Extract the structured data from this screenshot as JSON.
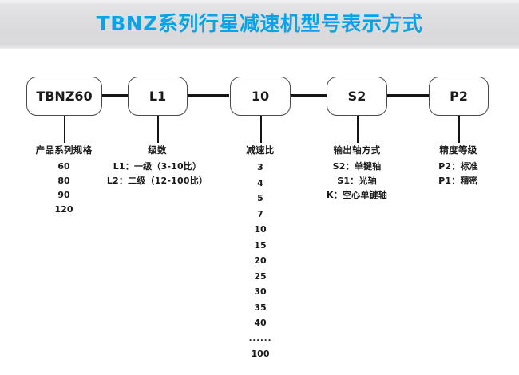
{
  "banner": {
    "title": "TBNZ系列行星减速机型号表示方式",
    "title_color": "#0aa3e8",
    "background_color": "#dcdcde"
  },
  "diagram": {
    "line_color": "#141414",
    "box_border_color": "#4a4a4a",
    "nodes": [
      {
        "id": "series",
        "label": "TBNZ60"
      },
      {
        "id": "stage",
        "label": "L1"
      },
      {
        "id": "ratio",
        "label": "10"
      },
      {
        "id": "shaft",
        "label": "S2"
      },
      {
        "id": "precision",
        "label": "P2"
      }
    ],
    "columns": [
      {
        "id": "series",
        "heading": "产品系列规格",
        "items": [
          "60",
          "80",
          "90",
          "120"
        ]
      },
      {
        "id": "stage",
        "heading": "级数",
        "items": [
          "L1：一级（3-10比）",
          "L2：二级（12-100比）"
        ]
      },
      {
        "id": "ratio",
        "heading": "减速比",
        "items": [
          "3",
          "4",
          "5",
          "7",
          "10",
          "15",
          "20",
          "25",
          "30",
          "35",
          "40",
          "......",
          "100"
        ]
      },
      {
        "id": "shaft",
        "heading": "输出轴方式",
        "items": [
          "S2：单键轴",
          "S1：光轴",
          "K：空心单键轴"
        ]
      },
      {
        "id": "precision",
        "heading": "精度等级",
        "items": [
          "P2：标准",
          "P1：精密"
        ]
      }
    ]
  }
}
